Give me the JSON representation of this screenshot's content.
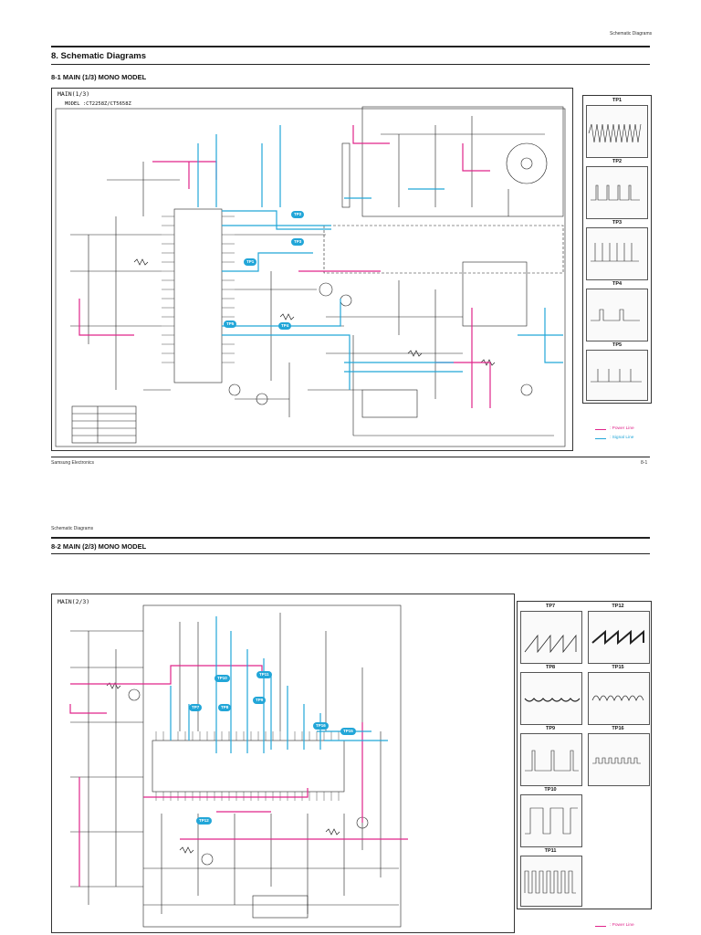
{
  "page": {
    "header_right_1": "Schematic Diagrams",
    "section_title": "8. Schematic Diagrams",
    "sub1_title": "8-1 MAIN (1/3) MONO MODEL",
    "footer_left": "Samsung Electronics",
    "footer_right": "8-1",
    "header_left_2": "Schematic Diagrams",
    "sub2_title": "8-2 MAIN (2/3) MONO MODEL"
  },
  "schematic1": {
    "frame_label": "MAIN(1/3)",
    "model_label": "MODEL :CT2258Z/CT5658Z",
    "tp_tags": [
      "TP2",
      "TP3",
      "TP1",
      "TP5",
      "TP4"
    ],
    "panels": [
      "TP1",
      "TP2",
      "TP3",
      "TP4",
      "TP5"
    ],
    "legend": {
      "power": ": Power Line",
      "signal": ": Signal Line"
    }
  },
  "schematic2": {
    "frame_label": "MAIN(2/3)",
    "tp_tags": [
      "TP11",
      "TP10",
      "TP7",
      "TP8",
      "TP9",
      "TP16",
      "TP15",
      "TP12"
    ],
    "panels_left": [
      "TP7",
      "TP8",
      "TP9",
      "TP10",
      "TP11"
    ],
    "panels_right": [
      "TP12",
      "TP15",
      "TP16"
    ],
    "legend": {
      "power": ": Power Line"
    }
  },
  "colors": {
    "power": "#e0248a",
    "signal": "#22a6d8",
    "ink": "#222222"
  }
}
